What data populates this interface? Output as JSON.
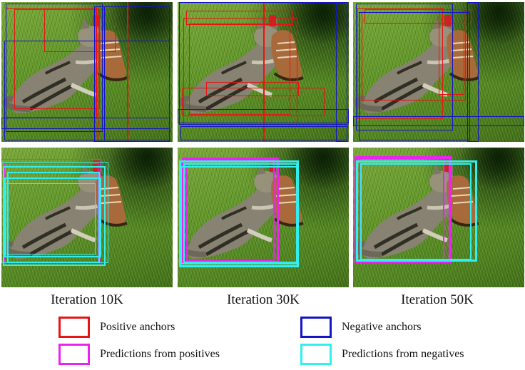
{
  "figure": {
    "captions": [
      "Iteration 10K",
      "Iteration 30K",
      "Iteration 50K"
    ],
    "legend": [
      {
        "label": "Positive anchors",
        "color": "#e81414"
      },
      {
        "label": "Negative anchors",
        "color": "#1414c8"
      },
      {
        "label": "Predictions from positives",
        "color": "#ee22ee"
      },
      {
        "label": "Predictions from negatives",
        "color": "#33eeee"
      }
    ]
  }
}
